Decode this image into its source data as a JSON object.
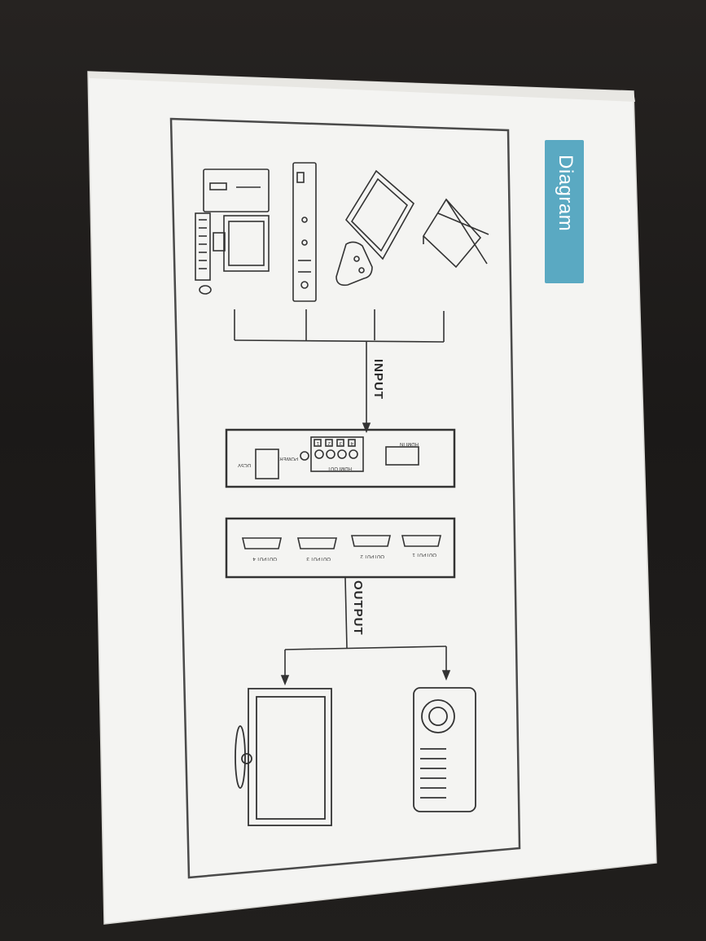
{
  "box": {
    "badge_text": "Diagram",
    "input_label": "INPUT",
    "output_label": "OUTPUT"
  },
  "splitter_input_panel": {
    "hdmi_in_label": "HDMI IN",
    "hdmi_out_label": "HDMI OUT",
    "power_label": "POWER",
    "dc_label": "DC5V",
    "led_numbers": [
      "1",
      "2",
      "3",
      "4"
    ]
  },
  "splitter_output_panel": {
    "port_labels": [
      "OUTPUT 1",
      "OUTPUT 2",
      "OUTPUT 3",
      "OUTPUT 4"
    ]
  },
  "icons": {
    "sources": [
      "desktop-computer-icon",
      "dvd-player-icon",
      "game-console-icon",
      "tv-box-icon"
    ],
    "displays": [
      "tv-monitor-icon",
      "projector-icon"
    ],
    "badge_color": "#5aa9c2"
  }
}
